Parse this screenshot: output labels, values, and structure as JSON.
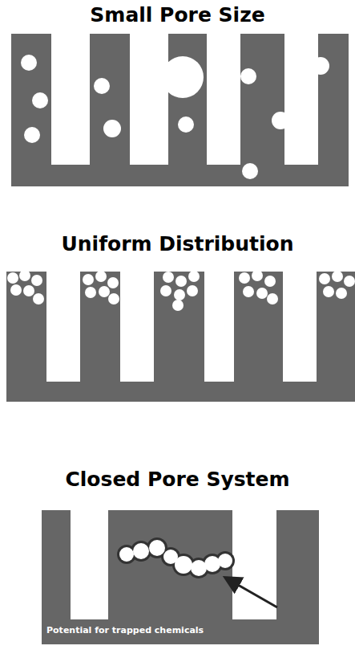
{
  "diagram": {
    "nodes": [
      {
        "text": [
          "Small Pore Size"
        ]
      },
      {
        "text": [
          "Uniform Distribution"
        ]
      },
      {
        "text": [
          "Closed Pore System",
          "Potential for trapped chemicals"
        ]
      }
    ]
  }
}
